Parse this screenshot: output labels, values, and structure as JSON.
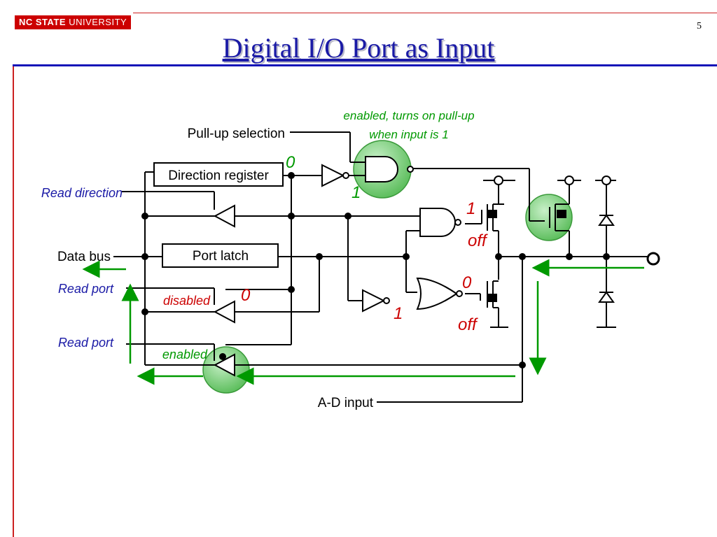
{
  "header": {
    "logo_bold": "NC STATE",
    "logo_rest": " UNIVERSITY",
    "title": "Digital I/O Port as Input",
    "page_number": "5"
  },
  "diagram": {
    "annotation_pullup": "enabled, turns on pull-up",
    "annotation_pullup_2": "when input is 1",
    "pullup_selection": "Pull-up selection",
    "direction_register": "Direction register",
    "read_direction": "Read direction",
    "data_bus": "Data bus",
    "port_latch": "Port latch",
    "read_port_1": "Read port",
    "read_port_2": "Read port",
    "disabled": "disabled",
    "enabled": "enabled",
    "ad_input": "A-D input",
    "val_0_dir": "0",
    "val_1_nand_in": "1",
    "val_1_nand_out": "1",
    "off_top": "off",
    "val_0_nor_out": "0",
    "off_bottom": "off",
    "val_0_readport": "0",
    "val_1_inv": "1"
  },
  "colors": {
    "title": "#1a1aa6",
    "highlight_green": "#8fd88f",
    "annotation_green": "#009900",
    "value_red": "#cc0000",
    "label_blue": "#1a1aa6"
  }
}
